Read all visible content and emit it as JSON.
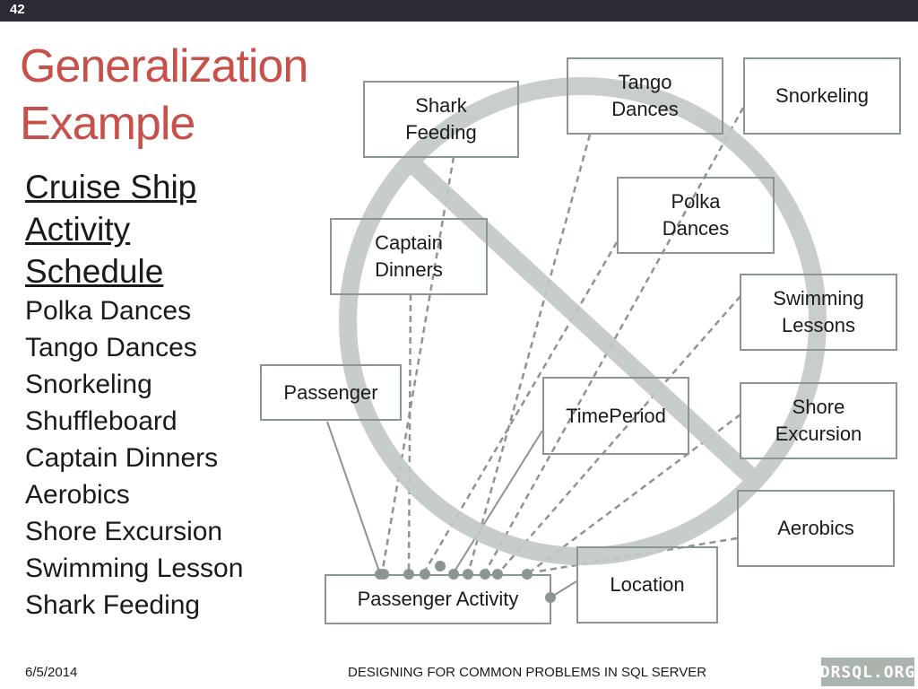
{
  "slide_number": "42",
  "title": [
    "Generalization",
    "Example"
  ],
  "list": {
    "heading": [
      "Cruise Ship",
      "Activity",
      "Schedule"
    ],
    "items": [
      "Polka Dances",
      "Tango Dances",
      "Snorkeling",
      "Shuffleboard",
      "Captain Dinners",
      "Aerobics",
      "Shore Excursion",
      "Swimming Lesson",
      "Shark Feeding"
    ]
  },
  "boxes": {
    "shark_feeding": "Shark\nFeeding",
    "tango_dances": "Tango\nDances",
    "snorkeling": "Snorkeling",
    "polka_dances": "Polka\nDances",
    "captain_dinners": "Captain\nDinners",
    "swimming_lessons": "Swimming\nLessons",
    "passenger": "Passenger",
    "time_period": "TimePeriod",
    "shore_excursion": "Shore\nExcursion",
    "aerobics": "Aerobics",
    "location": "Location",
    "passenger_activity": "Passenger Activity"
  },
  "footer": {
    "date": "6/5/2014",
    "title": "DESIGNING FOR COMMON PROBLEMS IN SQL SERVER",
    "logo": "DRSQL.ORG"
  },
  "colors": {
    "title": "#c8504a",
    "prohibition_sign": "#c3cac6",
    "connector": "#8b9591",
    "topbar": "#2b2b36"
  }
}
